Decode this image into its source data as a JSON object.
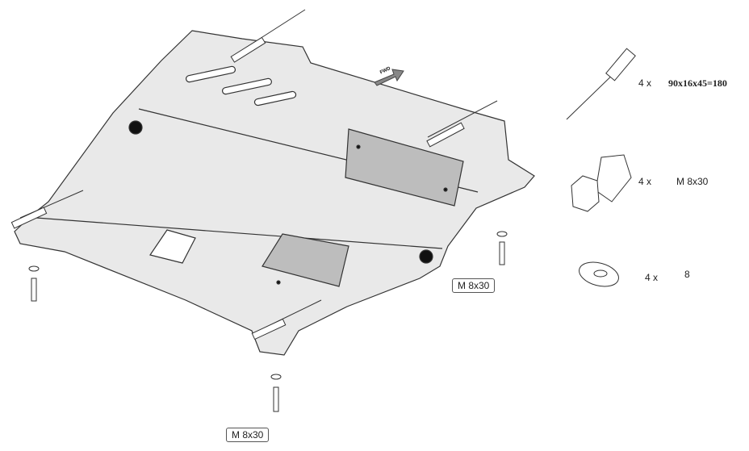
{
  "diagram": {
    "direction_label": "FWD",
    "callouts": [
      "M 8x30",
      "M 8x30"
    ]
  },
  "parts": [
    {
      "qty": "4 x",
      "spec": "90x16x45=180",
      "icon": "strip-bracket-icon"
    },
    {
      "qty": "4 x",
      "spec": "M 8x30",
      "icon": "bolt-icon"
    },
    {
      "qty": "4 x",
      "spec": "8",
      "icon": "washer-icon"
    }
  ]
}
